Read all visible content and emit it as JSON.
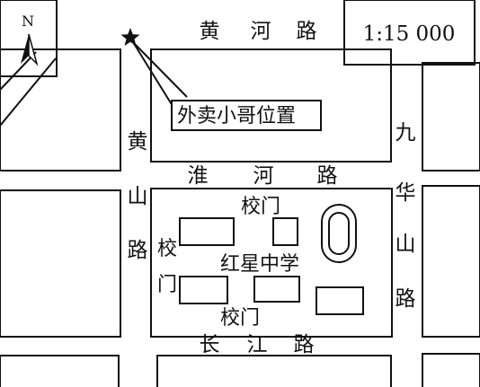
{
  "scale": "1:15 000",
  "north": "N",
  "roads": {
    "huanghe": [
      "黄",
      "河",
      "路"
    ],
    "huaihe": [
      "淮",
      "河",
      "路"
    ],
    "changjiang": [
      "长",
      "江",
      "路"
    ],
    "huangshan": [
      "黄",
      "山",
      "路"
    ],
    "jiuhuashan": [
      "九",
      "华",
      "山",
      "路"
    ]
  },
  "places": {
    "courier": "外卖小哥位置",
    "school": "红星中学",
    "gate_north": "校门",
    "gate_west": [
      "校",
      "门"
    ],
    "gate_south": "校门"
  },
  "colors": {
    "ink": "#111111",
    "background": "#ffffff"
  }
}
